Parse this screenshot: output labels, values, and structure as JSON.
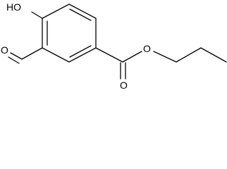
{
  "molecule": {
    "atoms": {
      "hydroxyl_label": "HO",
      "aldehyde_oxygen_label": "O",
      "carbonyl_oxygen_label": "O",
      "ester_oxygen_label": "O"
    }
  },
  "colors": {
    "bond": "#000000",
    "text": "#000000",
    "background": "#ffffff"
  }
}
